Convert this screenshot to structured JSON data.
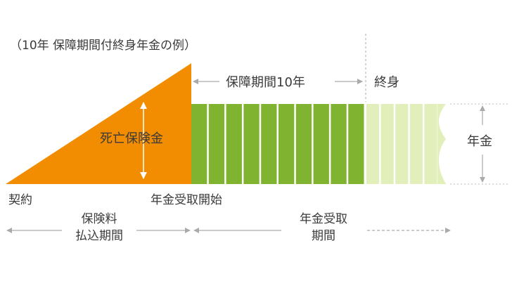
{
  "caption": "（10年 保障期間付終身年金の例）",
  "death_benefit_label": "死亡保険金",
  "guarantee_label": "保障期間10年",
  "lifetime_label": "終身",
  "annuity_label": "年金",
  "contract_label": "契約",
  "payout_start_label": "年金受取開始",
  "premium_period_label_line1": "保険料",
  "premium_period_label_line2": "払込期間",
  "payout_period_label_line1": "年金受取",
  "payout_period_label_line2": "期間",
  "guarantee_years": 10,
  "lifetime_segments_shown": 5,
  "colors": {
    "death_benefit_fill": "#f28c00",
    "guarantee_fill": "#80b430",
    "lifetime_fill": "#e2efbb",
    "text": "#3a3a3a",
    "arrow": "#aaaaaa"
  }
}
